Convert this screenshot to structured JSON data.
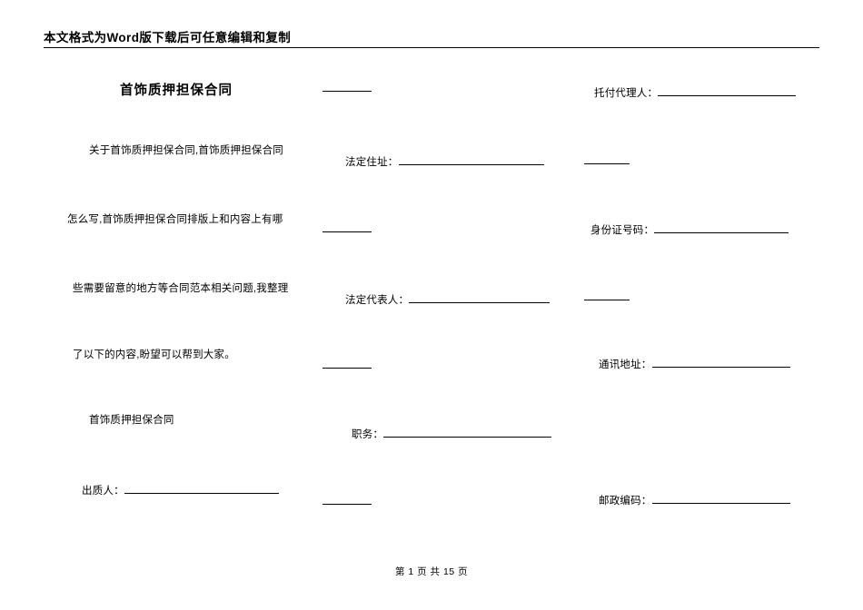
{
  "header": {
    "notice": "本文格式为Word版下载后可任意编辑和复制"
  },
  "left_column": {
    "title": "首饰质押担保合同",
    "paragraph_lines": [
      "关于首饰质押担保合同,首饰质押担保合同",
      "怎么写,首饰质押担保合同排版上和内容上有哪",
      "些需要留意的地方等合同范本相关问题,我整理",
      "了以下的内容,盼望可以帮到大家。"
    ],
    "subtitle": "首饰质押担保合同",
    "field_label": "出质人："
  },
  "middle_column": {
    "fields": [
      {
        "label": "法定住址："
      },
      {
        "label": "法定代表人："
      },
      {
        "label": "职务："
      }
    ]
  },
  "right_column": {
    "fields": [
      {
        "label": "托付代理人："
      },
      {
        "label": "身份证号码："
      },
      {
        "label": "通讯地址："
      },
      {
        "label": "邮政编码："
      }
    ]
  },
  "footer": {
    "page_indicator": "第 1 页 共 15 页"
  }
}
